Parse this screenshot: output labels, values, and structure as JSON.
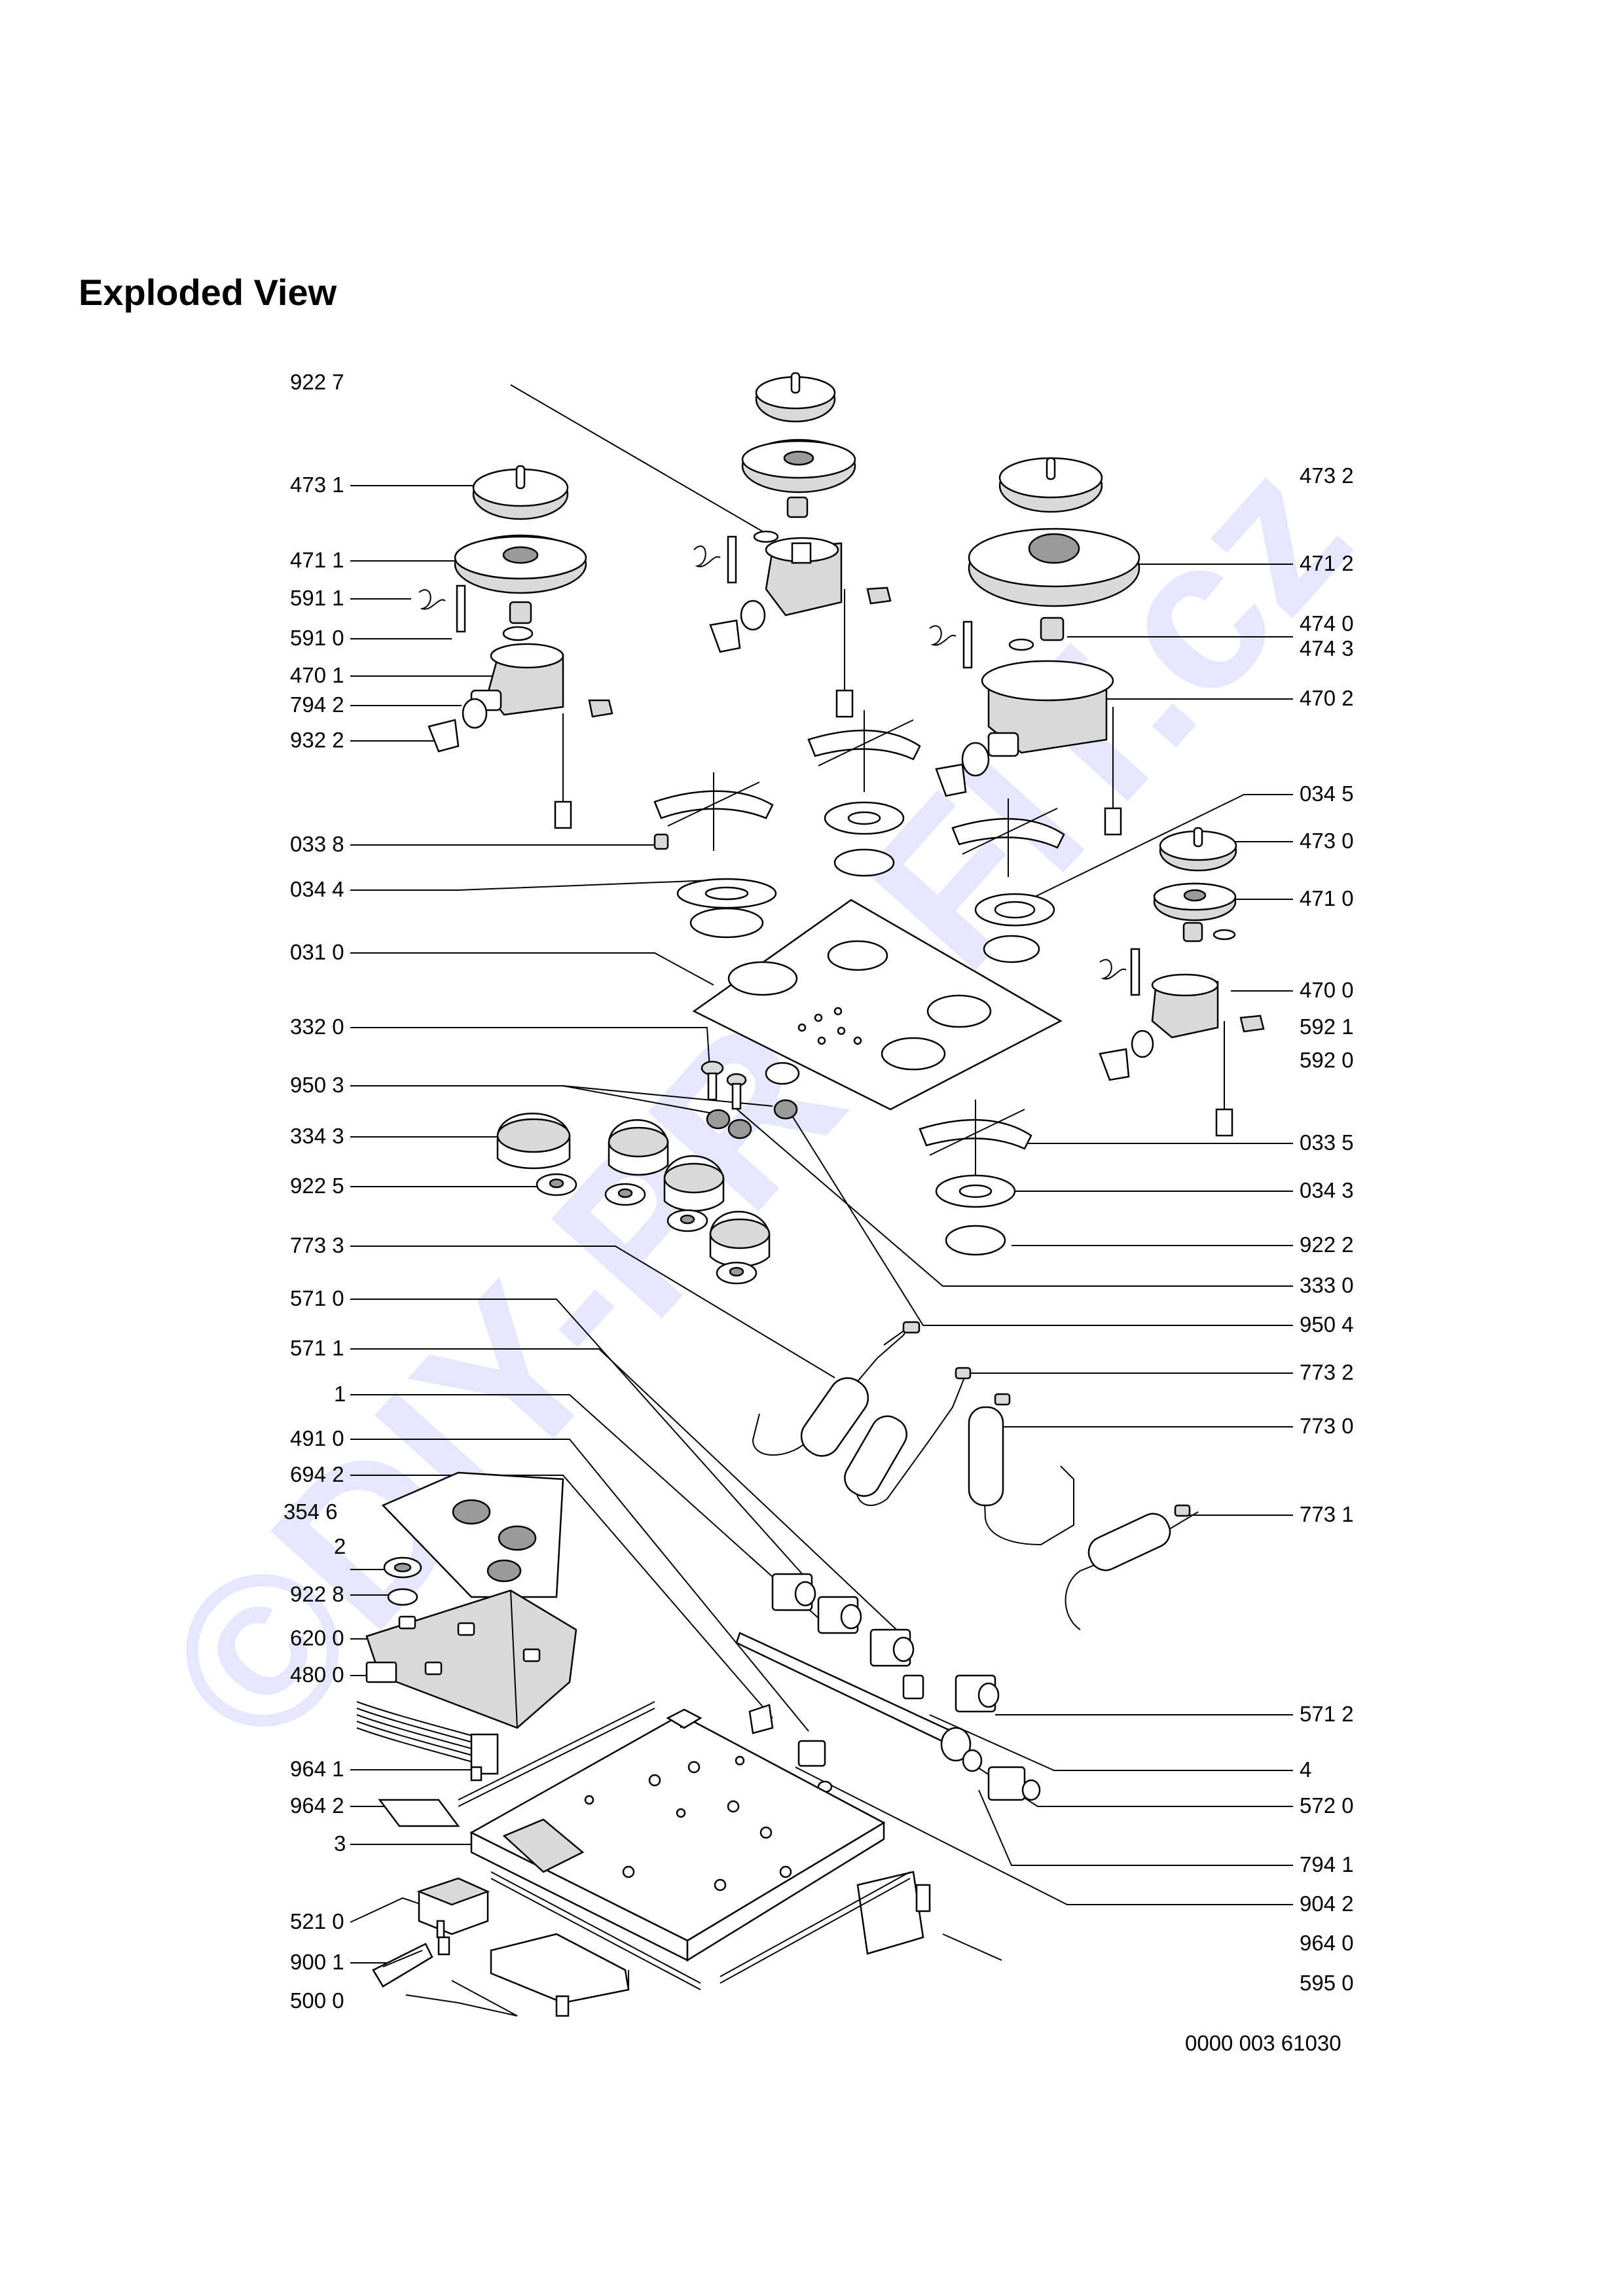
{
  "title": "Exploded View",
  "watermark": "©DIY-PROFIT.cz",
  "document_number": "0000 003 61030",
  "callouts": {
    "c9227": "922 7",
    "c4731": "473 1",
    "c4711": "471 1",
    "c5911": "591 1",
    "c5910": "591 0",
    "c4701": "470 1",
    "c7942": "794 2",
    "c9322": "932 2",
    "c0338": "033 8",
    "c0344": "034 4",
    "c0310": "031 0",
    "c3320": "332 0",
    "c9503": "950 3",
    "c3343": "334 3",
    "c9225": "922 5",
    "c7733": "773 3",
    "c5710": "571 0",
    "c5711": "571 1",
    "c1": "1",
    "c4910": "491 0",
    "c6942": "694 2",
    "c3546": "354 6",
    "c2": "2",
    "c9228": "922 8",
    "c6200": "620 0",
    "c4800": "480 0",
    "c9641": "964 1",
    "c9642": "964 2",
    "c3": "3",
    "c5210": "521 0",
    "c9001": "900 1",
    "c5000": "500 0",
    "c4732": "473 2",
    "c4712": "471 2",
    "c4740": "474 0",
    "c4743": "474 3",
    "c4702": "470 2",
    "c0345": "034 5",
    "c4730": "473 0",
    "c4710": "471 0",
    "c4700": "470 0",
    "c5921": "592 1",
    "c5920": "592 0",
    "c0335": "033 5",
    "c0343": "034 3",
    "c9222": "922 2",
    "c3330": "333 0",
    "c9504": "950 4",
    "c7732": "773 2",
    "c7730": "773 0",
    "c7731": "773 1",
    "c5712": "571 2",
    "c4": "4",
    "c5720": "572 0",
    "c7941": "794 1",
    "c9042": "904 2",
    "c9640": "964 0",
    "c5950": "595 0"
  }
}
